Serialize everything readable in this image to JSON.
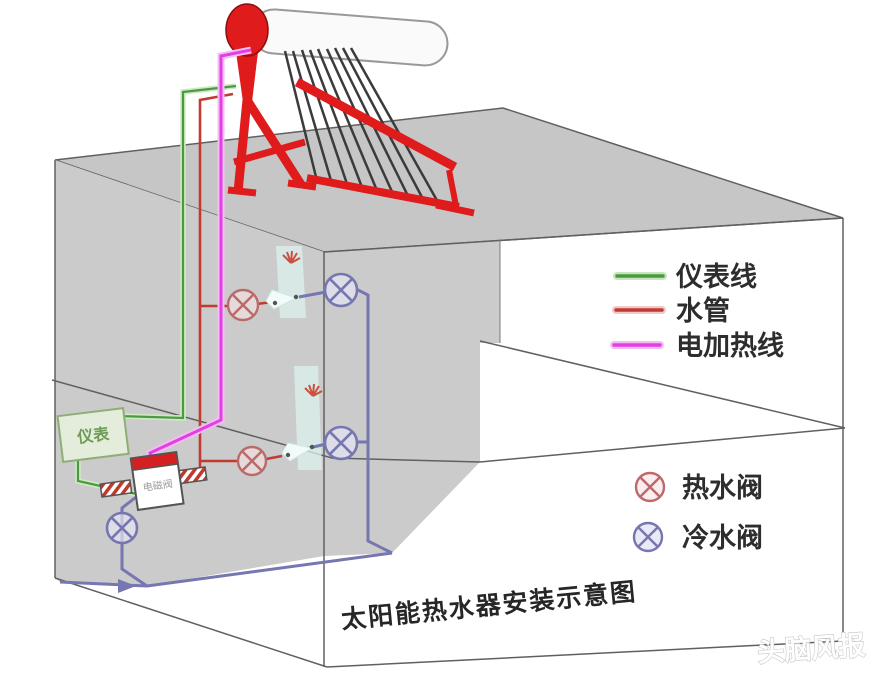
{
  "diagram": {
    "title": "太阳能热水器安装示意图",
    "watermark": "头脑风报",
    "legend_lines": [
      {
        "label": "仪表线",
        "color": "#4a9a40",
        "glow": "#c8e6bc"
      },
      {
        "label": "水管",
        "color": "#c23b30",
        "glow": "#eccaca"
      },
      {
        "label": "电加热线",
        "color": "#e33fe3",
        "glow": "#f5bdf5"
      }
    ],
    "legend_valves": [
      {
        "label": "热水阀",
        "color": "#bb6a6a"
      },
      {
        "label": "冷水阀",
        "color": "#7676b0"
      }
    ],
    "components": {
      "meter_box": "仪表",
      "solenoid_valve": "电磁阀"
    },
    "colors": {
      "wall_gray": "#cbcbcb",
      "roof_gray": "#c6c6c6",
      "outline": "#606060",
      "hot_pipe": "#c23b30",
      "cold_pipe": "#7676b0",
      "instrument_line": "#4a9a40",
      "heater_line": "#e33fe3",
      "heater_red": "#e01b1b"
    }
  }
}
